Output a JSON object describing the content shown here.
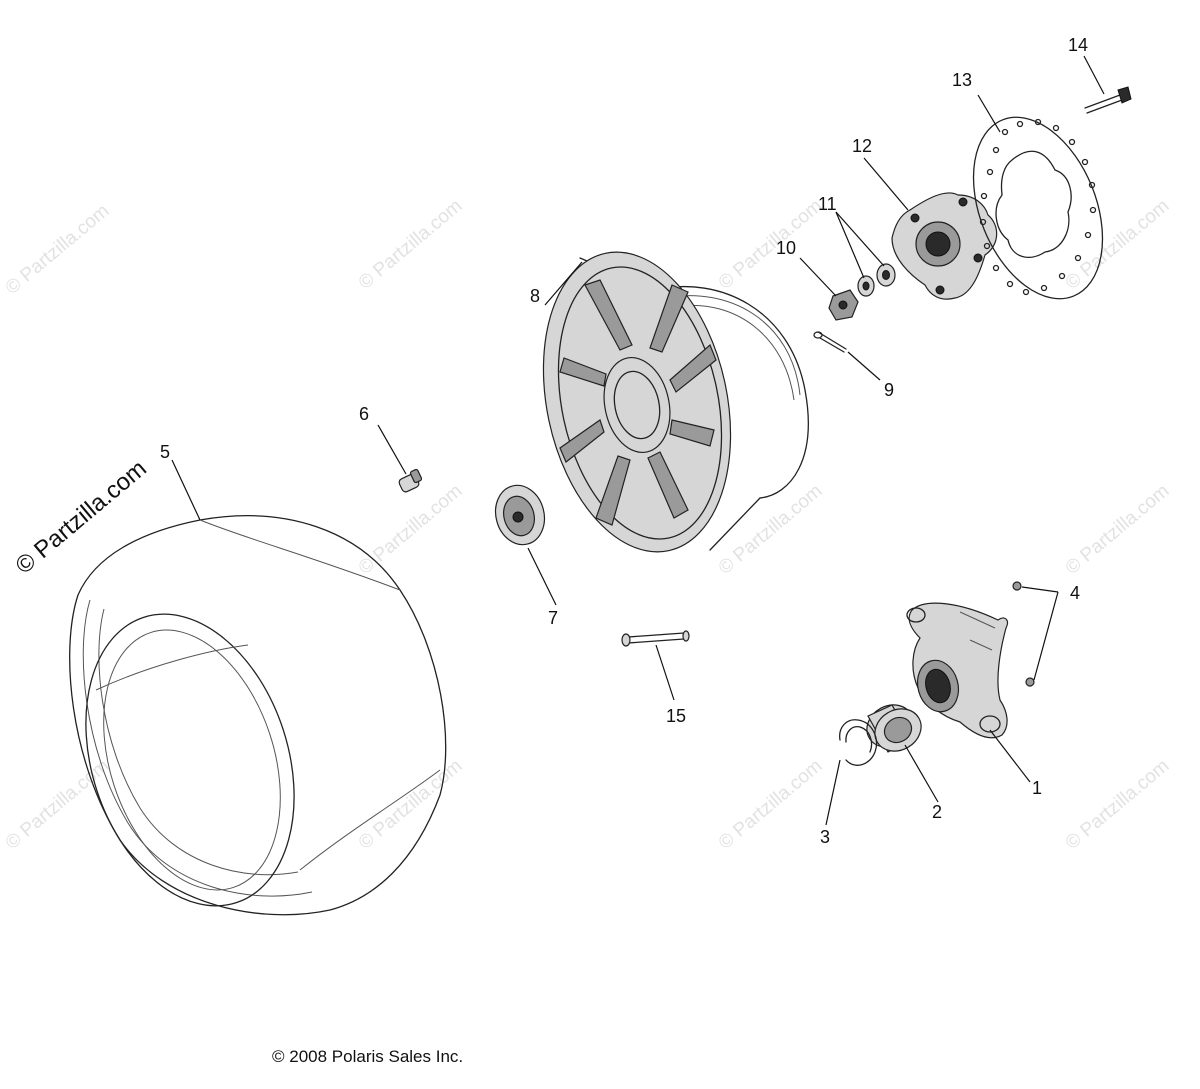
{
  "callouts": [
    {
      "id": "1",
      "label": "1"
    },
    {
      "id": "2",
      "label": "2"
    },
    {
      "id": "3",
      "label": "3"
    },
    {
      "id": "4",
      "label": "4"
    },
    {
      "id": "5",
      "label": "5"
    },
    {
      "id": "6",
      "label": "6"
    },
    {
      "id": "7",
      "label": "7"
    },
    {
      "id": "8",
      "label": "8"
    },
    {
      "id": "9",
      "label": "9"
    },
    {
      "id": "10",
      "label": "10"
    },
    {
      "id": "11",
      "label": "11"
    },
    {
      "id": "12",
      "label": "12"
    },
    {
      "id": "13",
      "label": "13"
    },
    {
      "id": "14",
      "label": "14"
    },
    {
      "id": "15",
      "label": "15"
    }
  ],
  "watermark": {
    "text": "© Partzilla.com",
    "big_text": "© Partzilla.com"
  },
  "copyright": "© 2008 Polaris Sales Inc."
}
